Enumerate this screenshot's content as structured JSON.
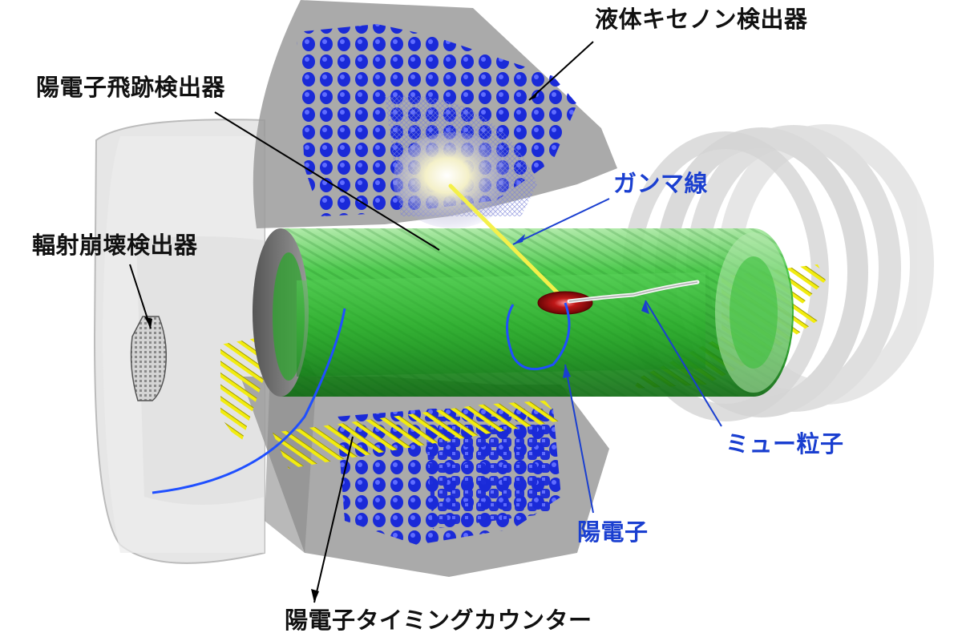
{
  "labels": {
    "lxe_detector": "液体キセノン検出器",
    "positron_tracker": "陽電子飛跡検出器",
    "gamma_ray": "ガンマ線",
    "radiative_decay_detector": "輻射崩壊検出器",
    "muon": "ミュー粒子",
    "positron": "陽電子",
    "timing_counter": "陽電子タイミングカウンター"
  },
  "colors": {
    "label_dark": "#111111",
    "label_accent": "#1a3fd0",
    "pmt_blue": "#1a2ad8",
    "drift_chamber_green": "#22b022",
    "timing_counter_yellow": "#f2ec10",
    "cryostat_gray": "#8f8f8f",
    "magnet_light_gray": "#e2e2e2",
    "positron_track": "#1f4fff",
    "gamma_track": "#f4f04a",
    "target_red": "#9c0d0d"
  }
}
